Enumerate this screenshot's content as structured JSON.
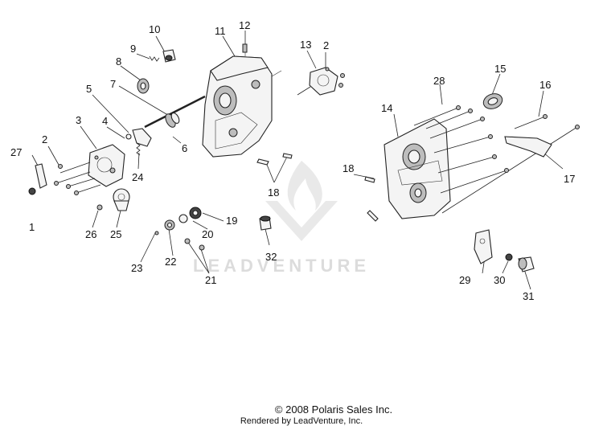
{
  "callouts": [
    "1",
    "2",
    "3",
    "4",
    "5",
    "6",
    "7",
    "8",
    "9",
    "10",
    "11",
    "12",
    "13",
    "2",
    "14",
    "15",
    "16",
    "17",
    "18",
    "18",
    "19",
    "20",
    "21",
    "22",
    "23",
    "24",
    "25",
    "26",
    "27",
    "28",
    "29",
    "30",
    "31",
    "32"
  ],
  "watermark": "LEADVENTURE",
  "footer": {
    "copyright": "© 2008 Polaris Sales Inc.",
    "rendered_by": "Rendered by LeadVenture, Inc."
  }
}
